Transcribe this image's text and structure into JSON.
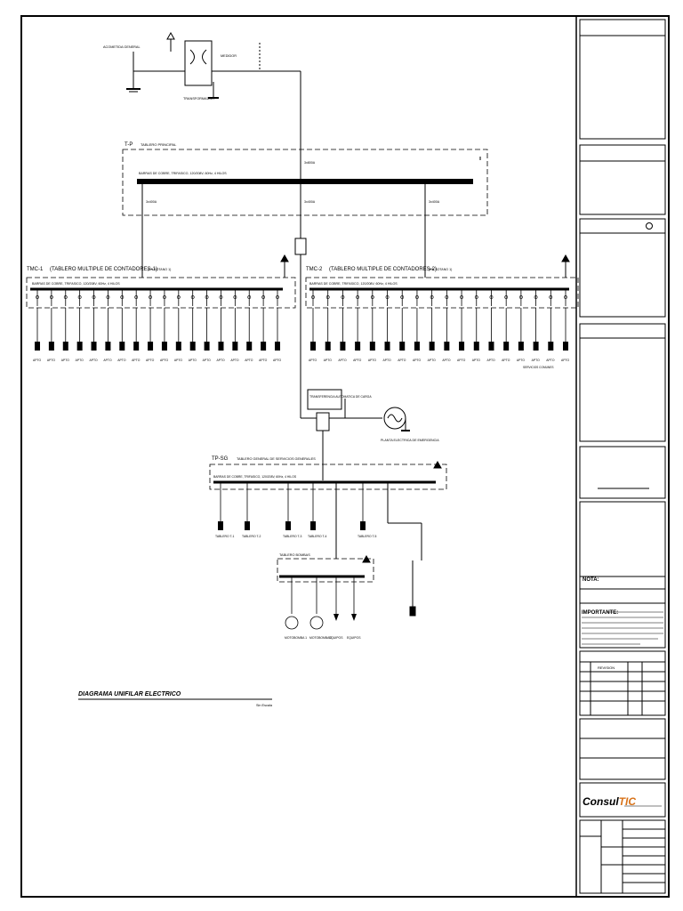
{
  "drawing": {
    "title": "DIAGRAMA UNIFILAR ELECTRICO",
    "scale": "Sin Escala"
  },
  "incoming": {
    "utility_label": "ACOMETIDA GENERAL",
    "transformer_label": "TRANSFORMADOR",
    "meter_label": "MEDIDOR"
  },
  "boards": {
    "tp": {
      "tag": "T-P",
      "name": "TABLERO PRINCIPAL",
      "bus_label": "BARRAS DE COBRE, TRIFASICO, 120/208V, 60Hz, 4 HILOS",
      "left_feeder": "3x400A",
      "mid_feeder": "3x400A",
      "right_feeder": "3x400A",
      "main_breaker": "3x800A"
    },
    "tmc1": {
      "tag": "TMC-1",
      "name": "(TABLERO MULTIPLE DE CONTADORES-1)",
      "side_note": "(EN SOTANO 1)",
      "bus_label": "BARRAS DE COBRE, TRIFASICO, 120/208V, 60Hz, 4 HILOS",
      "meter_count": 18,
      "apt_label": "APTO"
    },
    "tmc2": {
      "tag": "TMC-2",
      "name": "(TABLERO MULTIPLE DE CONTADORES-2)",
      "side_note": "(EN SOTANO 1)",
      "bus_label": "BARRAS DE COBRE, TRIFASICO, 120/208V, 60Hz, 4 HILOS",
      "meter_count": 18,
      "apt_label": "APTO",
      "extra_label": "SERVICIOS COMUNES"
    },
    "ats": {
      "label": "TRANSFERENCIA AUTOMATICA DE CARGA"
    },
    "generator": {
      "label": "PLANTA ELECTRICA DE EMERGENCIA"
    },
    "tpsg": {
      "tag": "TP-SG",
      "name": "TABLERO GENERAL DE SERVICIOS GENERALES",
      "bus_label": "BARRAS DE COBRE, TRIFASICO, 120/208V, 60Hz, 4 HILOS",
      "loads": [
        "TABLERO T-1",
        "TABLERO T-2",
        "TABLERO T-3",
        "TABLERO T-4",
        "TABLERO T-5"
      ]
    },
    "tb": {
      "tag": "TABLERO BOMBAS",
      "loads": [
        "MOTOBOMBA 1",
        "MOTOBOMBA 2",
        "EQUIPOS",
        "EQUIPOS"
      ]
    }
  },
  "title_block": {
    "note_label": "NOTA:",
    "important_label": "IMPORTANTE:",
    "revision_header": "REVISION",
    "brand_prefix": "Consul",
    "brand_suffix": "TIC"
  }
}
